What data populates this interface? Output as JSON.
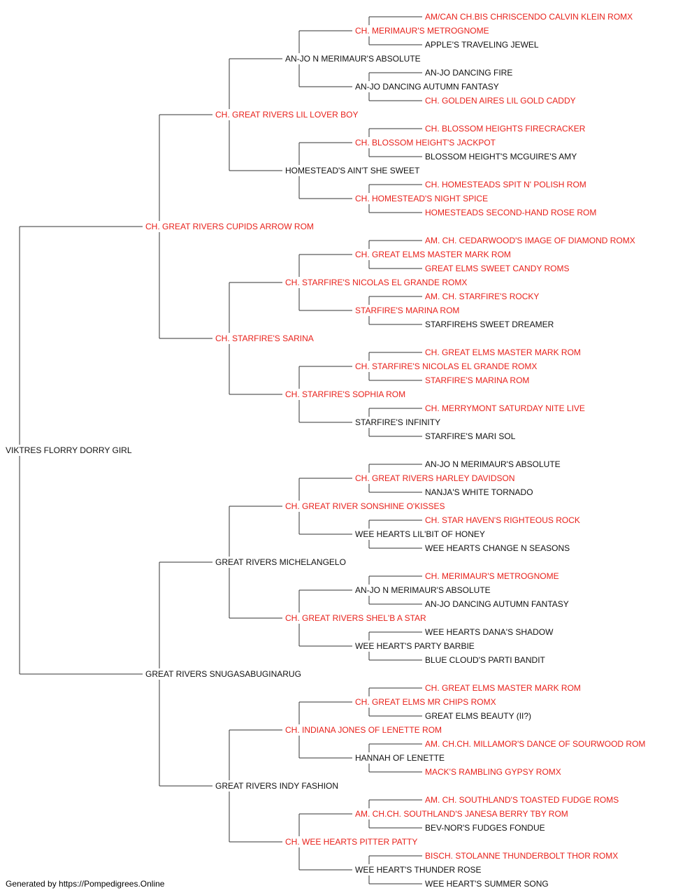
{
  "colors": {
    "champion": "#e8211b",
    "regular": "#111111",
    "line": "#333333"
  },
  "pedigree": {
    "name": "VIKTRES FLORRY DORRY GIRL",
    "ch": false,
    "sire": {
      "name": "CH. GREAT RIVERS CUPIDS ARROW ROM",
      "ch": true,
      "sire": {
        "name": "CH. GREAT RIVERS LIL LOVER BOY",
        "ch": true,
        "sire": {
          "name": "AN-JO N MERIMAUR'S ABSOLUTE",
          "ch": false,
          "sire": {
            "name": "CH. MERIMAUR'S METROGNOME",
            "ch": true,
            "sire": {
              "name": "AM/CAN CH.BIS CHRISCENDO CALVIN KLEIN ROMX",
              "ch": true
            },
            "dam": {
              "name": "APPLE'S TRAVELING JEWEL",
              "ch": false
            }
          },
          "dam": {
            "name": "AN-JO DANCING AUTUMN FANTASY",
            "ch": false,
            "sire": {
              "name": "AN-JO DANCING FIRE",
              "ch": false
            },
            "dam": {
              "name": "CH. GOLDEN AIRES LIL GOLD CADDY",
              "ch": true
            }
          }
        },
        "dam": {
          "name": "HOMESTEAD'S AIN'T SHE SWEET",
          "ch": false,
          "sire": {
            "name": "CH. BLOSSOM HEIGHT'S JACKPOT",
            "ch": true,
            "sire": {
              "name": "CH. BLOSSOM HEIGHTS FIRECRACKER",
              "ch": true
            },
            "dam": {
              "name": "BLOSSOM HEIGHT'S MCGUIRE'S AMY",
              "ch": false
            }
          },
          "dam": {
            "name": "CH. HOMESTEAD'S NIGHT SPICE",
            "ch": true,
            "sire": {
              "name": "CH. HOMESTEADS SPIT N' POLISH ROM",
              "ch": true
            },
            "dam": {
              "name": "HOMESTEADS SECOND-HAND ROSE ROM",
              "ch": true
            }
          }
        }
      },
      "dam": {
        "name": "CH. STARFIRE'S SARINA",
        "ch": true,
        "sire": {
          "name": "CH. STARFIRE'S NICOLAS EL GRANDE ROMX",
          "ch": true,
          "sire": {
            "name": "CH. GREAT ELMS MASTER MARK ROM",
            "ch": true,
            "sire": {
              "name": "AM. CH. CEDARWOOD'S IMAGE OF DIAMOND ROMX",
              "ch": true
            },
            "dam": {
              "name": "GREAT ELMS SWEET CANDY ROMS",
              "ch": true
            }
          },
          "dam": {
            "name": "STARFIRE'S MARINA ROM",
            "ch": true,
            "sire": {
              "name": "AM. CH. STARFIRE'S ROCKY",
              "ch": true
            },
            "dam": {
              "name": "STARFIREHS SWEET DREAMER",
              "ch": false
            }
          }
        },
        "dam": {
          "name": "CH. STARFIRE'S SOPHIA ROM",
          "ch": true,
          "sire": {
            "name": "CH. STARFIRE'S NICOLAS EL GRANDE ROMX",
            "ch": true,
            "sire": {
              "name": "CH. GREAT ELMS MASTER MARK ROM",
              "ch": true
            },
            "dam": {
              "name": "STARFIRE'S MARINA ROM",
              "ch": true
            }
          },
          "dam": {
            "name": "STARFIRE'S INFINITY",
            "ch": false,
            "sire": {
              "name": "CH. MERRYMONT SATURDAY NITE LIVE",
              "ch": true
            },
            "dam": {
              "name": "STARFIRE'S MARI SOL",
              "ch": false
            }
          }
        }
      }
    },
    "dam": {
      "name": "GREAT RIVERS SNUGASABUGINARUG",
      "ch": false,
      "sire": {
        "name": "GREAT RIVERS MICHELANGELO",
        "ch": false,
        "sire": {
          "name": "CH. GREAT RIVER SONSHINE O'KISSES",
          "ch": true,
          "sire": {
            "name": "CH. GREAT RIVERS HARLEY DAVIDSON",
            "ch": true,
            "sire": {
              "name": "AN-JO N MERIMAUR'S ABSOLUTE",
              "ch": false
            },
            "dam": {
              "name": "NANJA'S WHITE TORNADO",
              "ch": false
            }
          },
          "dam": {
            "name": "WEE HEARTS LIL'BIT OF HONEY",
            "ch": false,
            "sire": {
              "name": "CH. STAR HAVEN'S RIGHTEOUS ROCK",
              "ch": true
            },
            "dam": {
              "name": "WEE HEARTS CHANGE N SEASONS",
              "ch": false
            }
          }
        },
        "dam": {
          "name": "CH. GREAT RIVERS SHEL'B A STAR",
          "ch": true,
          "sire": {
            "name": "AN-JO N MERIMAUR'S ABSOLUTE",
            "ch": false,
            "sire": {
              "name": "CH. MERIMAUR'S METROGNOME",
              "ch": true
            },
            "dam": {
              "name": "AN-JO DANCING AUTUMN FANTASY",
              "ch": false
            }
          },
          "dam": {
            "name": "WEE HEART'S PARTY BARBIE",
            "ch": false,
            "sire": {
              "name": "WEE HEARTS DANA'S SHADOW",
              "ch": false
            },
            "dam": {
              "name": "BLUE CLOUD'S PARTI BANDIT",
              "ch": false
            }
          }
        }
      },
      "dam": {
        "name": "GREAT RIVERS INDY FASHION",
        "ch": false,
        "sire": {
          "name": "CH. INDIANA JONES OF LENETTE ROM",
          "ch": true,
          "sire": {
            "name": "CH. GREAT ELMS MR CHIPS ROMX",
            "ch": true,
            "sire": {
              "name": "CH. GREAT ELMS MASTER MARK ROM",
              "ch": true
            },
            "dam": {
              "name": "GREAT ELMS BEAUTY (II?)",
              "ch": false
            }
          },
          "dam": {
            "name": "HANNAH OF LENETTE",
            "ch": false,
            "sire": {
              "name": "AM. CH.CH. MILLAMOR'S DANCE OF SOURWOOD ROM",
              "ch": true
            },
            "dam": {
              "name": "MACK'S RAMBLING GYPSY ROMX",
              "ch": true
            }
          }
        },
        "dam": {
          "name": "CH. WEE HEARTS PITTER PATTY",
          "ch": true,
          "sire": {
            "name": "AM. CH.CH. SOUTHLAND'S JANESA BERRY TBY ROM",
            "ch": true,
            "sire": {
              "name": "AM. CH. SOUTHLAND'S TOASTED FUDGE ROMS",
              "ch": true
            },
            "dam": {
              "name": "BEV-NOR'S FUDGES FONDUE",
              "ch": false
            }
          },
          "dam": {
            "name": "WEE HEART'S THUNDER ROSE",
            "ch": false,
            "sire": {
              "name": "BISCH. STOLANNE THUNDERBOLT THOR ROMX",
              "ch": true
            },
            "dam": {
              "name": "WEE HEART'S SUMMER SONG",
              "ch": false
            }
          }
        }
      }
    }
  },
  "footer": "Generated by https://Pompedigrees.Online"
}
